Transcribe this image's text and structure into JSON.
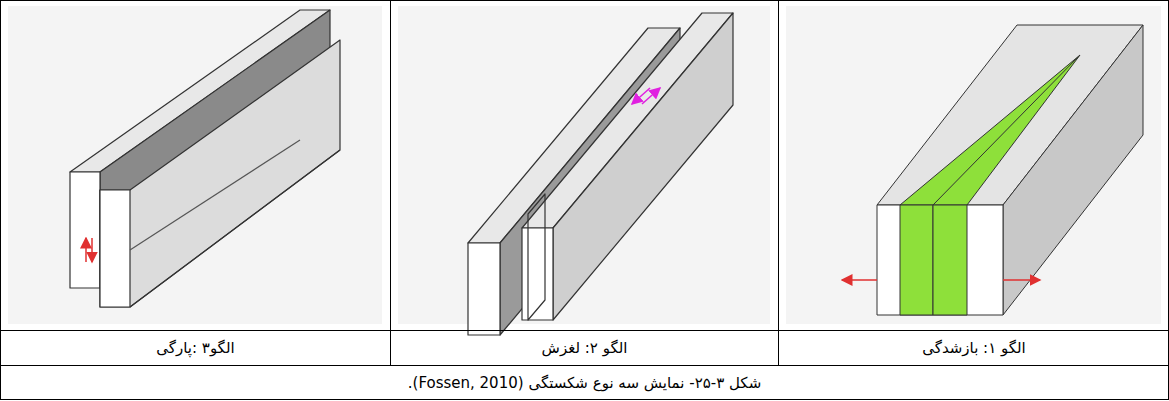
{
  "diagram": {
    "caption": "شکل ۳-۲۵- نمایش سه نوع شکستگی (Fossen, 2010).",
    "labels": [
      "الگو ۱: بازشدگی",
      "الگو ۲: لغزش",
      "الگو۳ :پارگی"
    ]
  }
}
